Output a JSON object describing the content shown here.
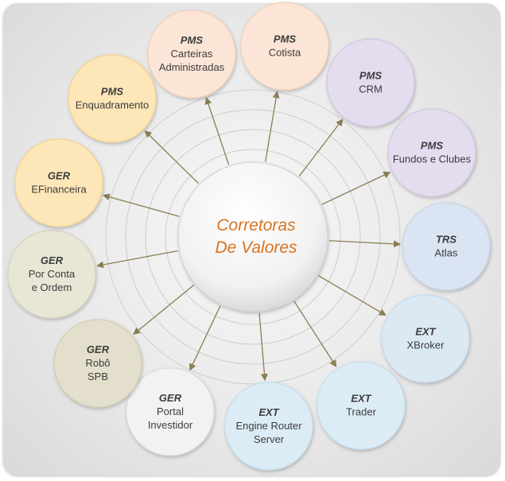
{
  "center": {
    "lines": [
      "Corretoras",
      "De Valores"
    ]
  },
  "nodes": [
    {
      "title": "PMS",
      "lines": [
        "Carteiras",
        "Administradas"
      ],
      "fill": "#fbe5d6",
      "stroke": "#f3d2bb"
    },
    {
      "title": "PMS",
      "lines": [
        "Cotista"
      ],
      "fill": "#fbe5d6",
      "stroke": "#f3d2bb"
    },
    {
      "title": "PMS",
      "lines": [
        "CRM"
      ],
      "fill": "#e4dcef",
      "stroke": "#d3c7e6"
    },
    {
      "title": "PMS",
      "lines": [
        "Fundos e Clubes"
      ],
      "fill": "#e4dcef",
      "stroke": "#d3c7e6"
    },
    {
      "title": "TRS",
      "lines": [
        "Atlas"
      ],
      "fill": "#dae4f2",
      "stroke": "#c6d5ea"
    },
    {
      "title": "EXT",
      "lines": [
        "XBroker"
      ],
      "fill": "#dbe9f5",
      "stroke": "#c5dbed"
    },
    {
      "title": "EXT",
      "lines": [
        "Trader"
      ],
      "fill": "#dcecf6",
      "stroke": "#c5e0ef"
    },
    {
      "title": "EXT",
      "lines": [
        "Engine Router",
        "Server"
      ],
      "fill": "#dcecf6",
      "stroke": "#c5e0ef"
    },
    {
      "title": "GER",
      "lines": [
        "Portal",
        "Investidor"
      ],
      "fill": "#f2f2f2",
      "stroke": "#dedede"
    },
    {
      "title": "GER",
      "lines": [
        "Robô",
        "SPB"
      ],
      "fill": "#e3dfcc",
      "stroke": "#d3ceb4"
    },
    {
      "title": "GER",
      "lines": [
        "Por Conta",
        "e Ordem"
      ],
      "fill": "#e8e7d6",
      "stroke": "#d6d4bd"
    },
    {
      "title": "GER",
      "lines": [
        "EFinanceira"
      ],
      "fill": "#fde6b8",
      "stroke": "#f4d490"
    },
    {
      "title": "PMS",
      "lines": [
        "Enquadramento"
      ],
      "fill": "#fde6b8",
      "stroke": "#f4d490"
    }
  ],
  "colors": {
    "arrow": "#8a7d52",
    "center_text": "#d8731f"
  }
}
